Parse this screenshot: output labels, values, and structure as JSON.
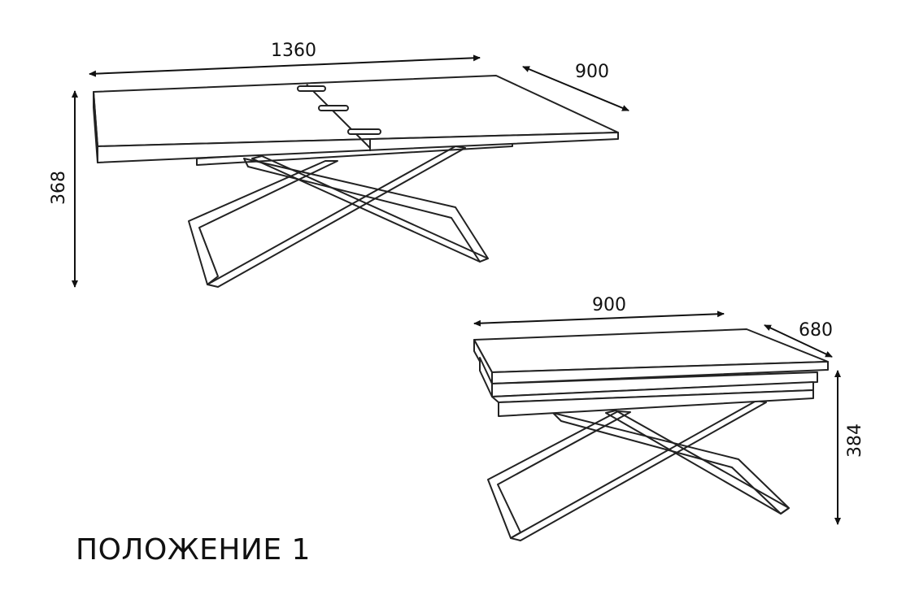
{
  "title": "ПОЛОЖЕНИЕ 1",
  "large_table": {
    "length": "1360",
    "depth": "900",
    "height": "368"
  },
  "small_table": {
    "length": "900",
    "depth": "680",
    "height": "384"
  }
}
